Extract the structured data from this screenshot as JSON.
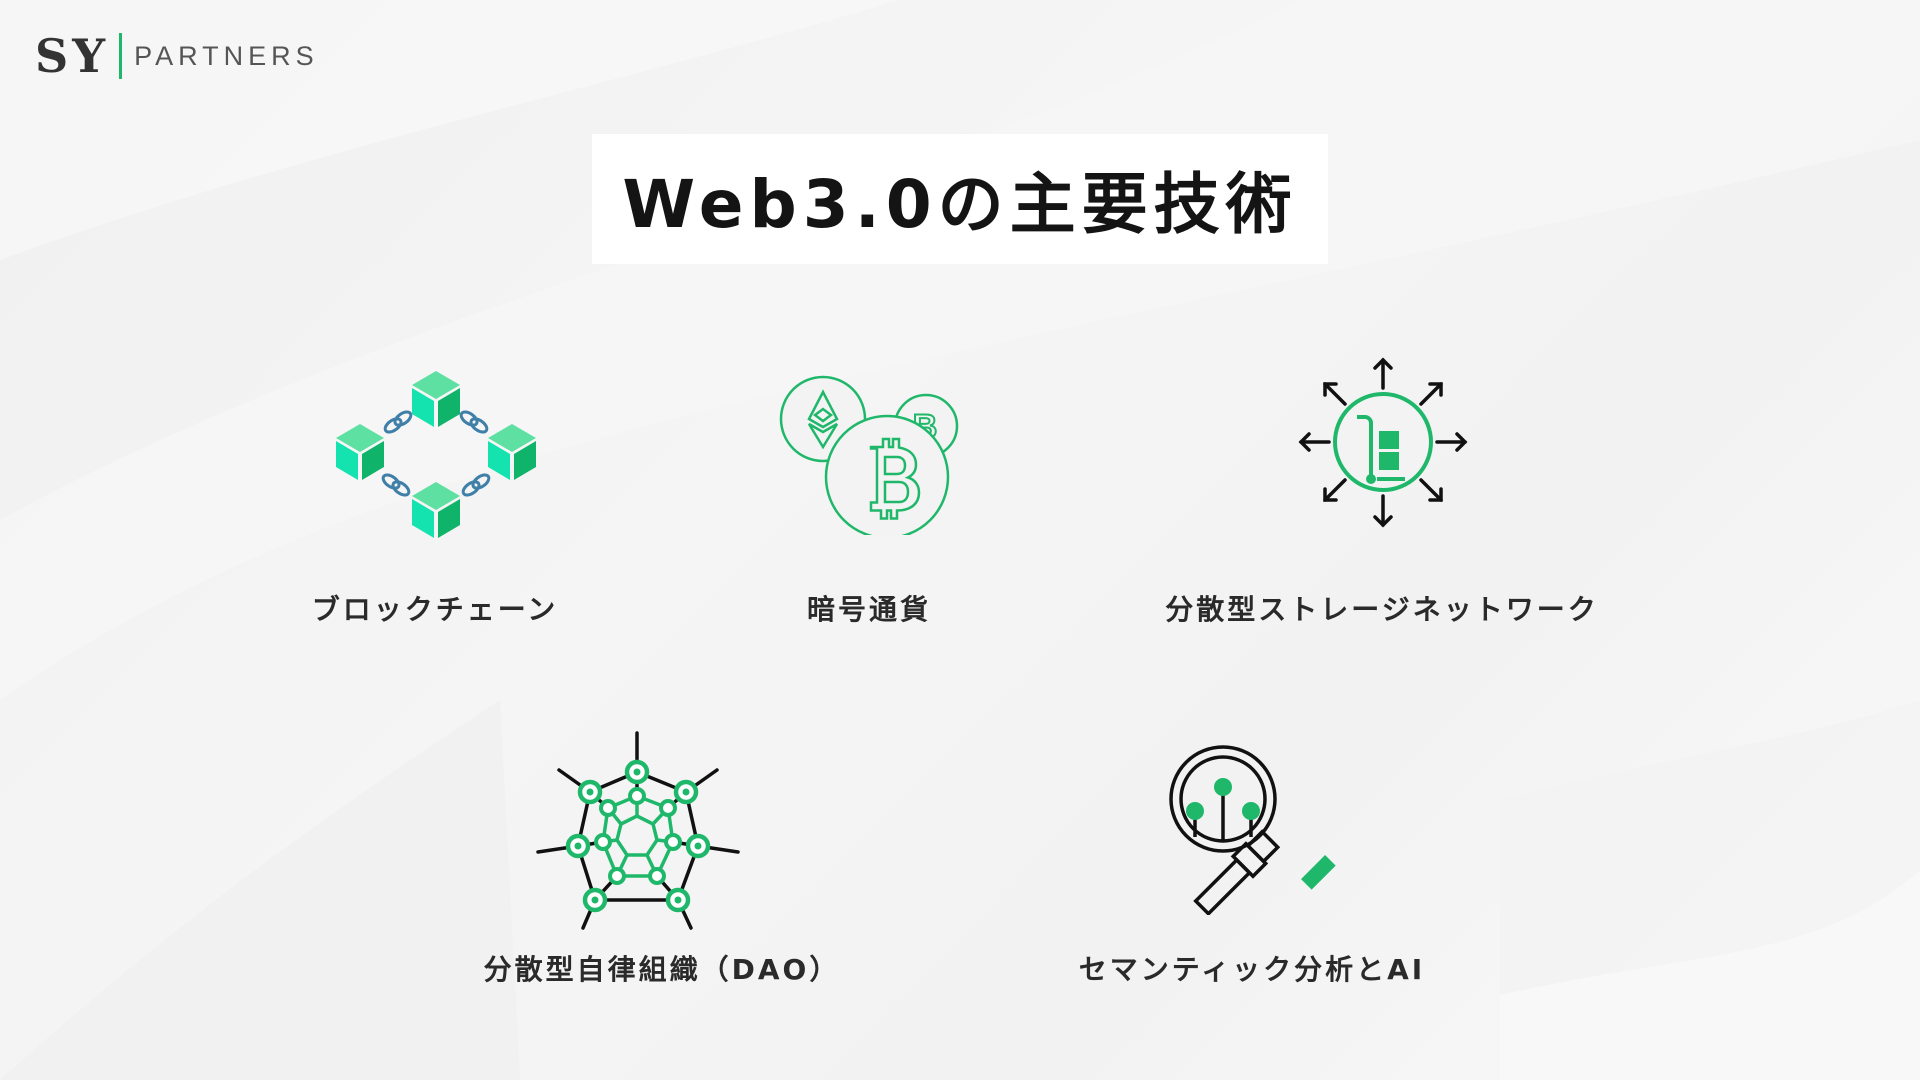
{
  "logo": {
    "mark": "SY",
    "name": "PARTNERS",
    "accent_color": "#1fb86a"
  },
  "slide": {
    "title": "Web3.0の主要技術"
  },
  "technologies": [
    {
      "label": "ブロックチェーン",
      "icon": "blockchain-icon"
    },
    {
      "label": "暗号通貨",
      "icon": "cryptocurrency-icon"
    },
    {
      "label": "分散型ストレージネットワーク",
      "icon": "distributed-storage-icon"
    },
    {
      "label": "分散型自律組織（DAO）",
      "icon": "dao-network-icon"
    },
    {
      "label": "セマンティック分析とAI",
      "icon": "semantic-analysis-magnifier-icon"
    }
  ],
  "colors": {
    "primary_green": "#1fb86a",
    "cube_light": "#5ee0a2",
    "cube_mid": "#14e3b0",
    "cube_dark": "#0fb36a",
    "chain_blue": "#3f7fa8",
    "text": "#141414",
    "background": "#f3f3f3"
  }
}
